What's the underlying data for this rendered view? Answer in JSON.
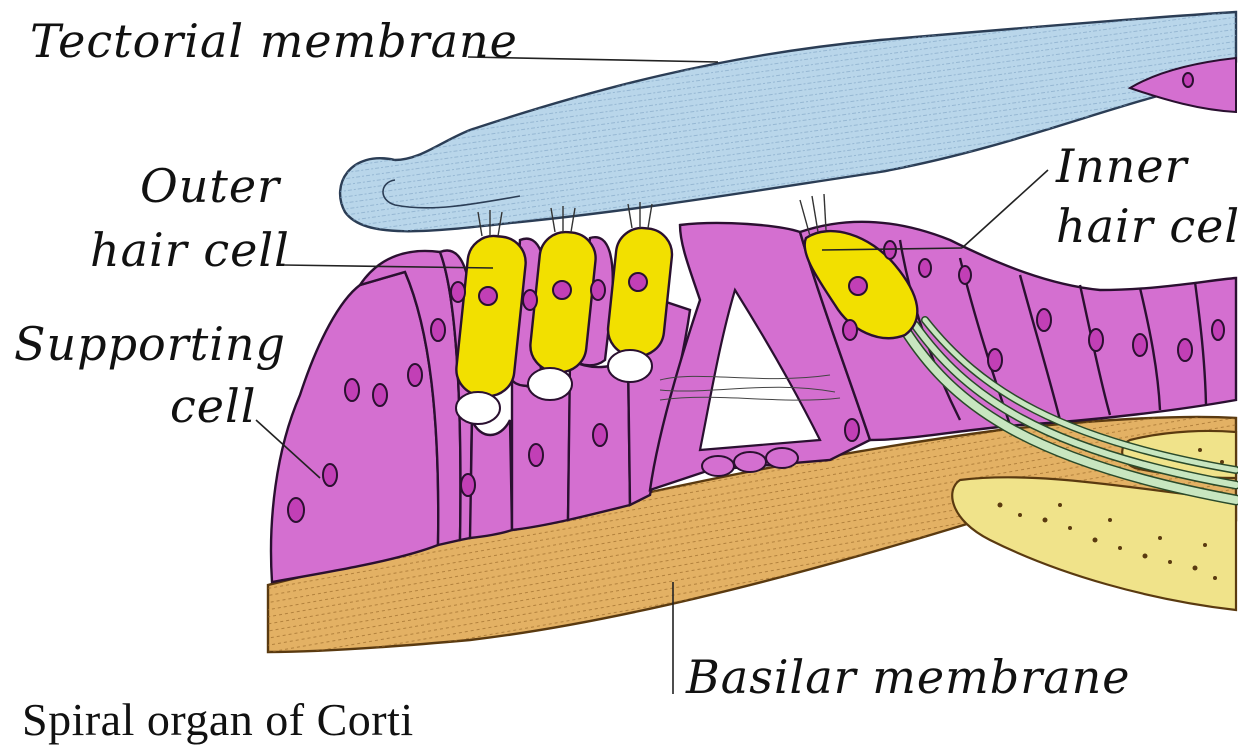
{
  "figure": {
    "title": "Spiral organ of Corti",
    "labels": {
      "tectorial_membrane": "Tectorial membrane",
      "outer_hair_cell_line1": "Outer",
      "outer_hair_cell_line2": "hair cell",
      "inner_hair_cell_line1": "Inner",
      "inner_hair_cell_line2": "hair cell",
      "supporting_cell_line1": "Supporting",
      "supporting_cell_line2": "cell",
      "basilar_membrane": "Basilar membrane"
    }
  },
  "colors": {
    "tectorial_membrane": "#b9d6ea",
    "supporting_cells": "#d46fd0",
    "hair_cells": "#f2e000",
    "basilar_membrane": "#e3b164",
    "nerve_fibers": "#c8e6c0",
    "outline": "#2a1030"
  }
}
